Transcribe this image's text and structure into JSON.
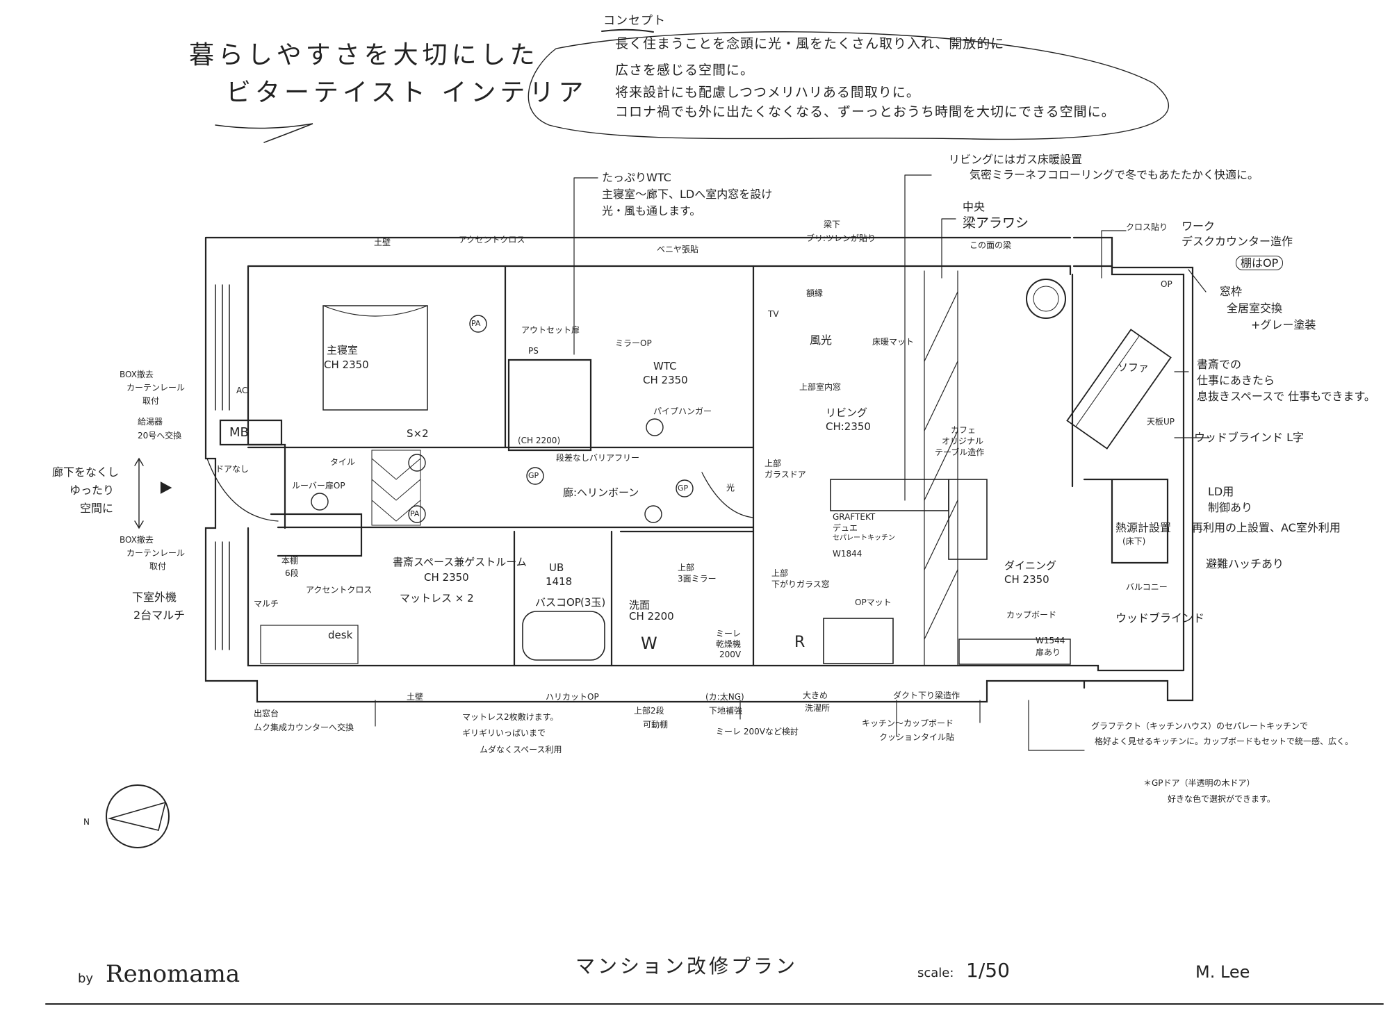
{
  "title": {
    "line1": "暮らしやすさを大切にした",
    "line2": "ビターテイスト インテリア"
  },
  "concept": {
    "heading": "コンセプト",
    "lines": [
      "長く住まうことを念頭に光・風をたくさん取り入れ、開放的に",
      "広さを感じる空間に。",
      "将来設計にも配慮しつつメリハリある間取りに。",
      "コロナ禍でも外に出たくなくなる、ずーっとおうち時間を大切にできる空間に。"
    ]
  },
  "notes": {
    "wtc": [
      "たっぷりWTC",
      "主寝室〜廊下、LDへ室内窓を設け",
      "光・風も通します。"
    ],
    "floor_heating": [
      "リビングにはガス床暖設置",
      "気密ミラーネフコローリングで冬でもあたたかく快適に。"
    ],
    "beam": [
      "中央",
      "梁アラワシ"
    ],
    "beam_face": "この面の梁",
    "cloth": "クロス貼り",
    "work_desk": [
      "ワーク",
      "デスクカウンター造作"
    ],
    "shelf_op": "棚はOP",
    "window_frame": [
      "窓枠",
      "全居室交換",
      "+グレー塗装"
    ],
    "study_break": [
      "書斎での",
      "仕事にあきたら",
      "息抜きスペースで 仕事もできます。"
    ],
    "wood_blind_l": "ウッドブラインド L字",
    "ld_use": [
      "LD用",
      "制御あり"
    ],
    "heat_source": [
      "熱源計設置",
      "(床下)"
    ],
    "reuse": "再利用の上設置、AC室外利用",
    "hatch": "避難ハッチあり",
    "wood_blind": "ウッドブラインド",
    "earth_wall_top": "土壁",
    "accent_cloth_top": "アクセントクロス",
    "veneer": "ベニヤ張貼",
    "beam_under": [
      "梁下",
      "ブリ:ツレンが貼り"
    ],
    "box_remove_1": [
      "BOX撤去",
      "カーテンレール",
      "取付"
    ],
    "water_heater": [
      "給湯器",
      "20号へ交換"
    ],
    "no_corridor": [
      "廊下をなくし",
      "ゆったり",
      "空間に"
    ],
    "box_remove_2": [
      "BOX撤去",
      "カーテンレール",
      "取付"
    ],
    "outdoor_unit": [
      "下室外機",
      "2台マルチ"
    ],
    "bay_window": [
      "出窓台",
      "ムク集成カウンターへ交換"
    ],
    "earth_wall_bottom": "土壁",
    "beam_cut": "ハリカットOP",
    "mattress": [
      "マットレス2枚敷けます。",
      "ギリギリいっぱいまで",
      "ムダなくスペース利用"
    ],
    "shelf_2": [
      "上部2段",
      "可動棚"
    ],
    "reinforce": [
      "(カ:太NG)",
      "下地補強",
      "ミーレ 200Vなど検討"
    ],
    "laundry": [
      "大きめ",
      "洗濯所"
    ],
    "duct": "ダクト下り梁造作",
    "kitchen_tile": [
      "キッチン〜カップボード",
      "クッションタイル貼"
    ],
    "graftekt": [
      "グラフテクト（キッチンハウス）のセパレートキッチンで",
      "格好よく見せるキッチンに。カップボードもセットで統一感、広く。"
    ],
    "gp_door": [
      "＊GPドア（半透明の木ドア）",
      "好きな色で選択ができます。"
    ]
  },
  "rooms": {
    "master": [
      "主寝室",
      "CH 2350"
    ],
    "sx2": "S×2",
    "mb": "MB",
    "wtc": [
      "WTC",
      "CH 2350"
    ],
    "living": [
      "リビング",
      "CH:2350"
    ],
    "hall": "廊:ヘリンボーン",
    "study": [
      "書斎スペース兼ゲストルーム",
      "CH 2350"
    ],
    "mattress_x2": "マットレス × 2",
    "ub": [
      "UB",
      "1418"
    ],
    "bath_op": [
      "バスコOP",
      "(3玉)"
    ],
    "washroom": [
      "洗面",
      "CH 2200"
    ],
    "dining": [
      "ダイニング",
      "CH 2350"
    ],
    "kitchen": [
      "GRAFTEKT",
      "デュエ",
      "セパレートキッチン",
      "W1844"
    ],
    "cupboard": "カップボード",
    "cupboard_w": [
      "W1544",
      "扉あり"
    ],
    "balcony": "バルコニー",
    "sofa": "ソファ",
    "desk": "desk",
    "tile": "タイル",
    "louver": "ルーバー扉OP",
    "entry_door": [
      "ドアなし"
    ],
    "accent_cloth": "アクセントクロス",
    "bookshelf": [
      "本棚",
      "6段"
    ],
    "multi": "マルチ",
    "tv": "TV",
    "wind_light": "風光",
    "upper_window": "上部室内窓",
    "floor_mat": "床暖マット",
    "light": "光",
    "upper_glass_door": [
      "上部",
      "ガラスドア"
    ],
    "upper_lower_glass": [
      "上部",
      "下がりガラス窓"
    ],
    "mirror3": [
      "上部",
      "3面ミラー"
    ],
    "miele": [
      "ミーレ",
      "乾燥機",
      "200V"
    ],
    "w": "W",
    "r": "R",
    "ps": "PS",
    "ac": "AC",
    "cafe": [
      "カフェ",
      "オリジナル",
      "テーブル造作"
    ],
    "ch2200": "(CH 2200)",
    "apt_door": "アウトセット扉",
    "mirror_op": "ミラーOP",
    "pipe": "パイプハンガー",
    "top_table": "天板UP",
    "op": "OP",
    "mat_op": "OPマット",
    "cornice": "額縁",
    "barrier_free": "段差なしバリアフリー",
    "pa": "PA",
    "gp": "GP"
  },
  "footer": {
    "by": "by",
    "brand": "Renomama",
    "plan_title": "マンション改修プラン",
    "scale_label": "scale:",
    "scale_value": "1/50",
    "author": "M. Lee"
  },
  "compass": {
    "label": "N"
  }
}
